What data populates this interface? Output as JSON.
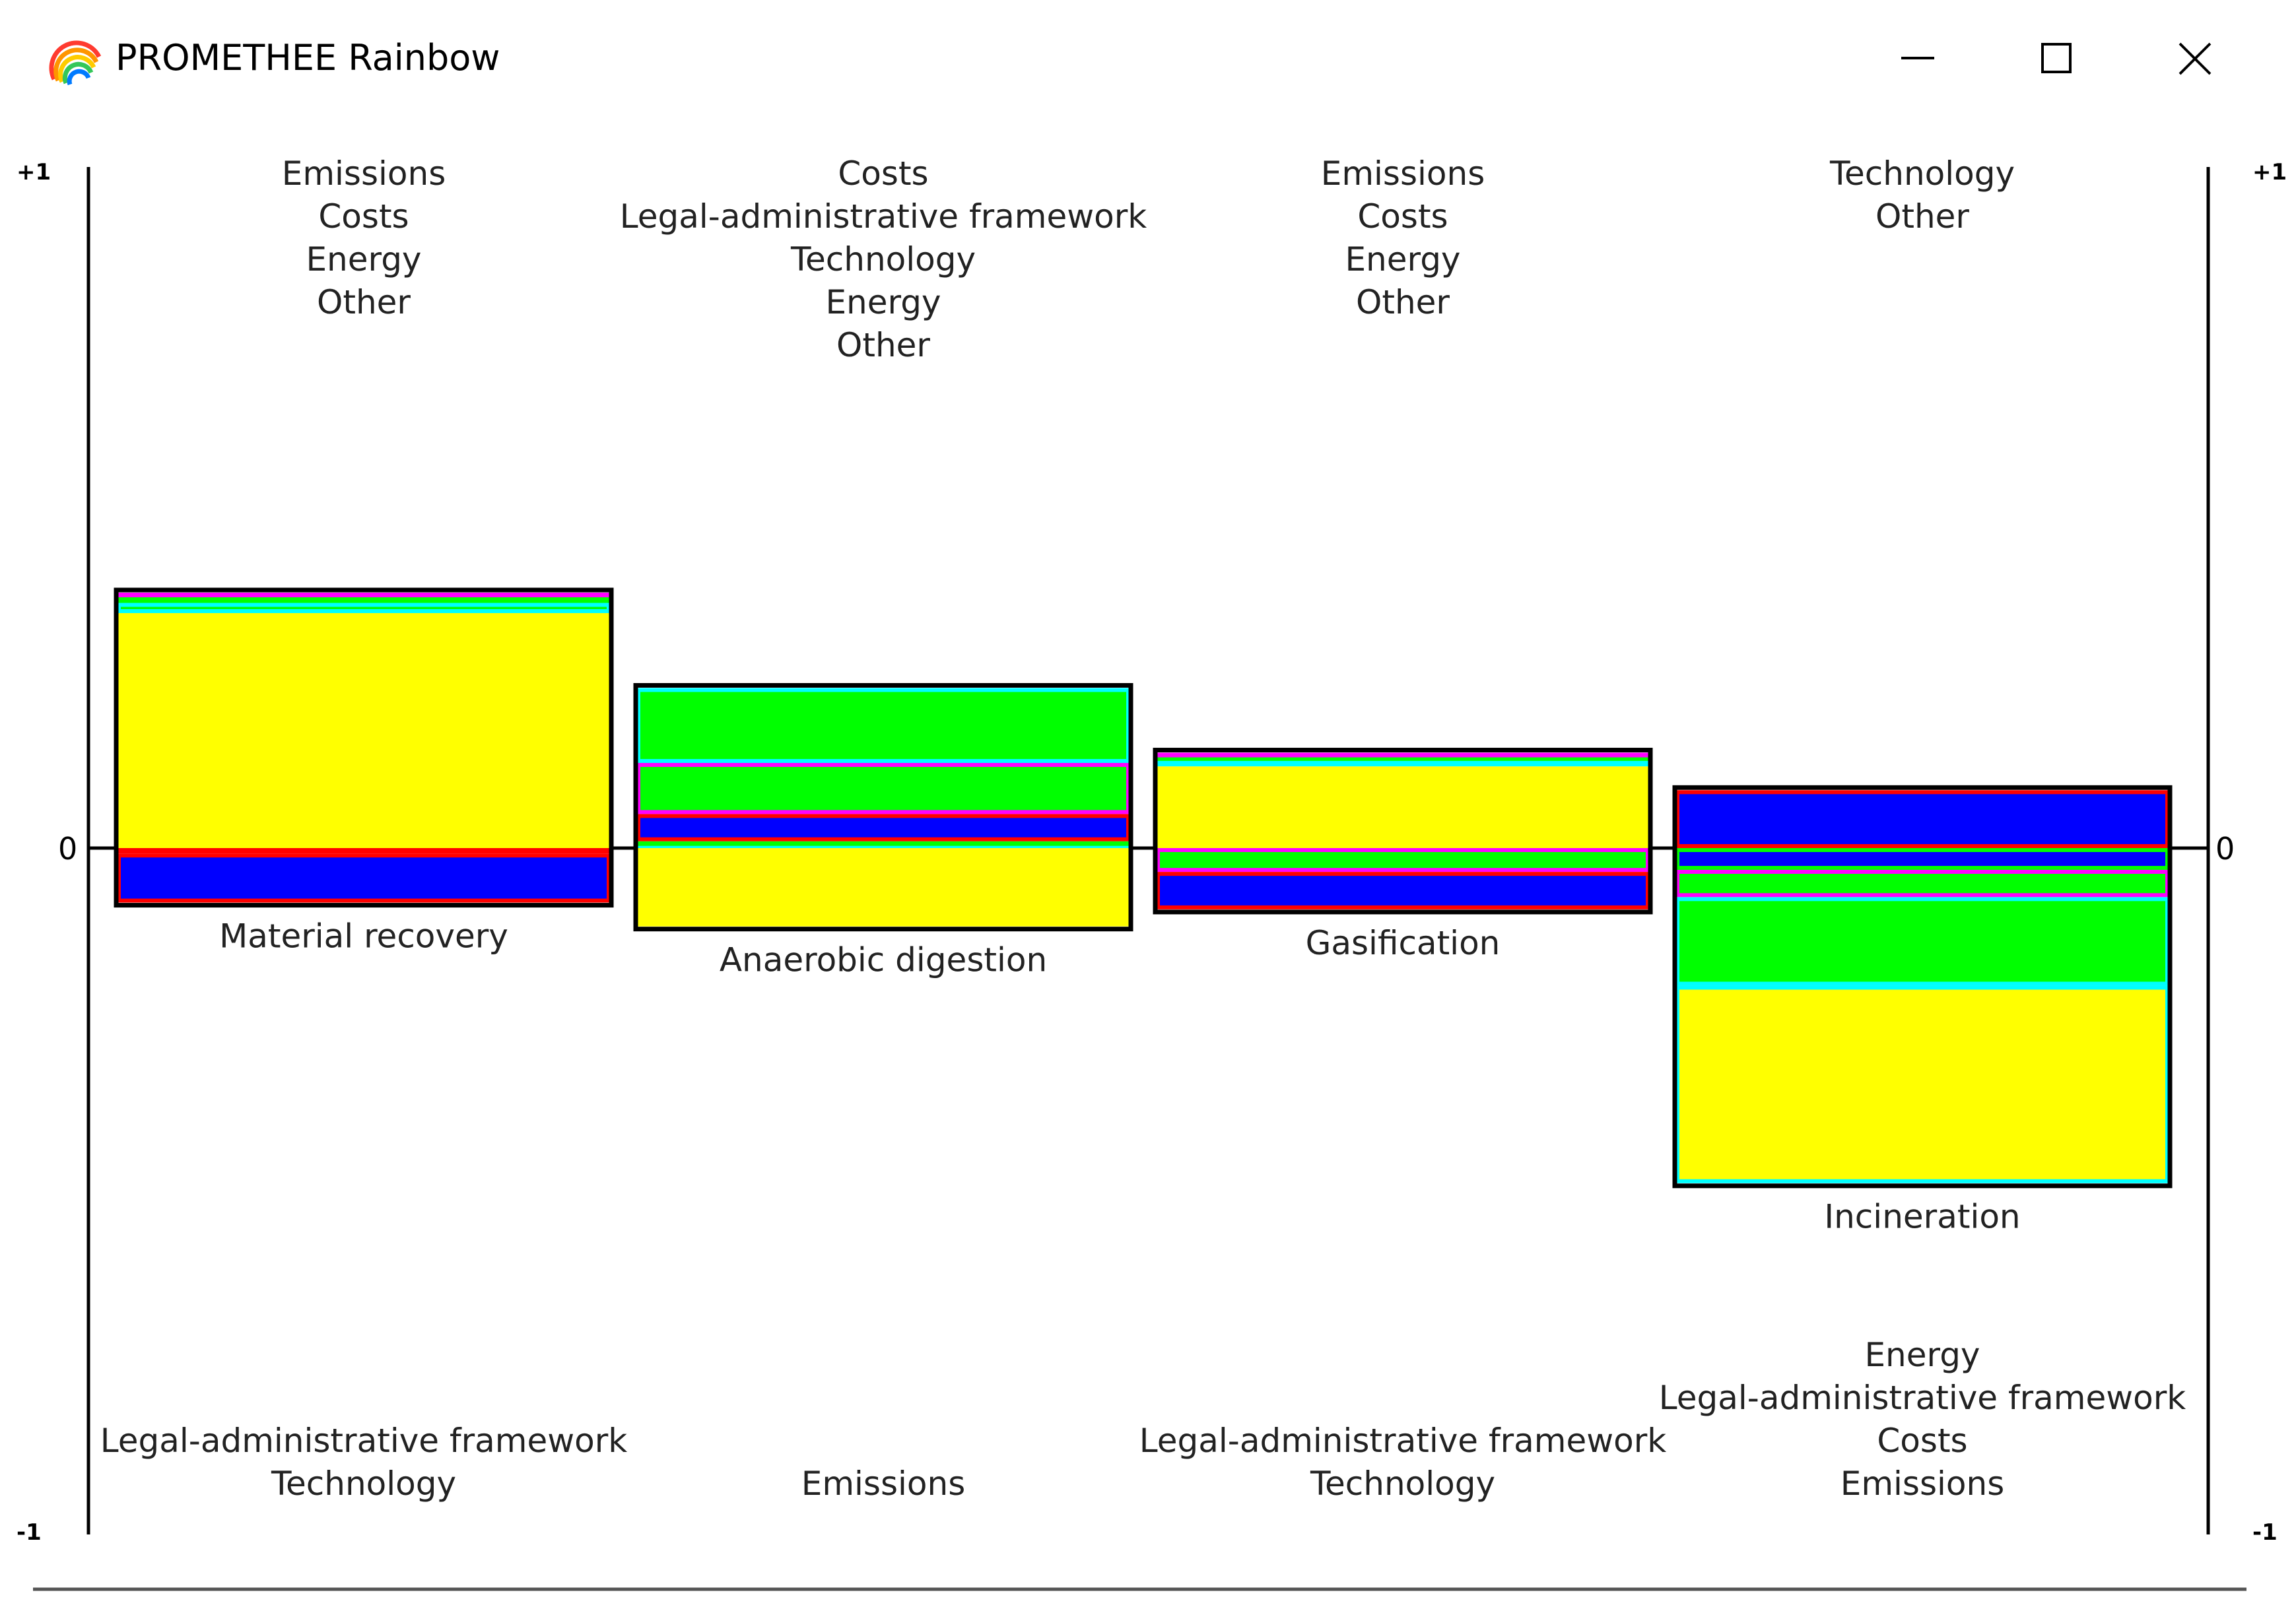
{
  "window": {
    "title": "PROMETHEE Rainbow",
    "icon": "rainbow-icon",
    "controls": [
      "minimize-icon",
      "maximize-icon",
      "close-icon"
    ]
  },
  "axis": {
    "top": "+1",
    "zero": "0",
    "bottom": "-1"
  },
  "colors": {
    "Emissions": "#ffff00",
    "Costs": "#00ffff",
    "Energy": "#00ff00",
    "Other": "#ff00ff",
    "Legal-administrative framework": "#ff0000",
    "Technology": "#0000ff"
  },
  "chart_data": {
    "type": "bar",
    "categories": [
      "Material recovery",
      "Anaerobic digestion",
      "Gasification",
      "Incineration"
    ],
    "ylim": [
      -1,
      1
    ],
    "bars": [
      {
        "name": "Material recovery",
        "positive_labels": [
          "Emissions",
          "Costs",
          "Energy",
          "Other"
        ],
        "negative_labels": [
          "Legal-administrative framework",
          "Technology"
        ],
        "positive": [
          {
            "criterion": "Emissions",
            "fill": "#ffff00",
            "outline": "#ffff00",
            "value": 0.345
          },
          {
            "criterion": "Costs",
            "fill": "#00ff00",
            "outline": "#00ffff",
            "value": 0.015
          },
          {
            "criterion": "Energy",
            "fill": "#00ff00",
            "outline": "#00ff00",
            "value": 0.01
          },
          {
            "criterion": "Other",
            "fill": "#00ff00",
            "outline": "#ff00ff",
            "value": 0.005
          }
        ],
        "negative": [
          {
            "criterion": "Legal-administrative framework",
            "fill": "#0000ff",
            "outline": "#ff0000",
            "value": -0.008
          },
          {
            "criterion": "Technology",
            "fill": "#0000ff",
            "outline": "#ff0000",
            "value": -0.072
          }
        ]
      },
      {
        "name": "Anaerobic digestion",
        "positive_labels": [
          "Costs",
          "Legal-administrative framework",
          "Technology",
          "Energy",
          "Other"
        ],
        "negative_labels": [
          "Emissions"
        ],
        "positive": [
          {
            "criterion": "Costs",
            "fill": "#00ff00",
            "outline": "#00ffff",
            "value": 0.005
          },
          {
            "criterion": "Legal-administrative framework",
            "fill": "#00ff00",
            "outline": "#00ff00",
            "value": 0.005
          },
          {
            "criterion": "Technology",
            "fill": "#0000ff",
            "outline": "#ff0000",
            "value": 0.04
          },
          {
            "criterion": "Energy",
            "fill": "#00ff00",
            "outline": "#ff00ff",
            "value": 0.075
          },
          {
            "criterion": "Other",
            "fill": "#00ff00",
            "outline": "#00ffff",
            "value": 0.11
          }
        ],
        "negative": [
          {
            "criterion": "Emissions",
            "fill": "#ffff00",
            "outline": "#ffff00",
            "value": -0.115
          }
        ]
      },
      {
        "name": "Gasification",
        "positive_labels": [
          "Emissions",
          "Costs",
          "Energy",
          "Other"
        ],
        "negative_labels": [
          "Legal-administrative framework",
          "Technology"
        ],
        "positive": [
          {
            "criterion": "Emissions",
            "fill": "#ffff00",
            "outline": "#ffff00",
            "value": 0.12
          },
          {
            "criterion": "Costs",
            "fill": "#00ffff",
            "outline": "#00ffff",
            "value": 0.008
          },
          {
            "criterion": "Energy",
            "fill": "#00ff00",
            "outline": "#00ff00",
            "value": 0.008
          },
          {
            "criterion": "Other",
            "fill": "#00ff00",
            "outline": "#ff00ff",
            "value": 0.004
          }
        ],
        "negative": [
          {
            "criterion": "Legal-administrative framework",
            "fill": "#00ff00",
            "outline": "#ff00ff",
            "value": -0.035
          },
          {
            "criterion": "Technology",
            "fill": "#0000ff",
            "outline": "#ff0000",
            "value": -0.055
          }
        ]
      },
      {
        "name": "Incineration",
        "positive_labels": [
          "Technology",
          "Other"
        ],
        "negative_labels": [
          "Energy",
          "Legal-administrative framework",
          "Costs",
          "Emissions"
        ],
        "positive": [
          {
            "criterion": "Technology",
            "fill": "#0000ff",
            "outline": "#ff0000",
            "value": 0.085
          }
        ],
        "negative": [
          {
            "criterion": "Other",
            "fill": "#0000ff",
            "outline": "#00ff00",
            "value": -0.032
          },
          {
            "criterion": "Energy",
            "fill": "#00ff00",
            "outline": "#ff00ff",
            "value": -0.04
          },
          {
            "criterion": "Legal-administrative framework",
            "fill": "#00ff00",
            "outline": "#00ffff",
            "value": -0.13
          },
          {
            "criterion": "Emissions",
            "fill": "#ffff00",
            "outline": "#00ffff",
            "value": -0.29
          }
        ]
      }
    ]
  }
}
